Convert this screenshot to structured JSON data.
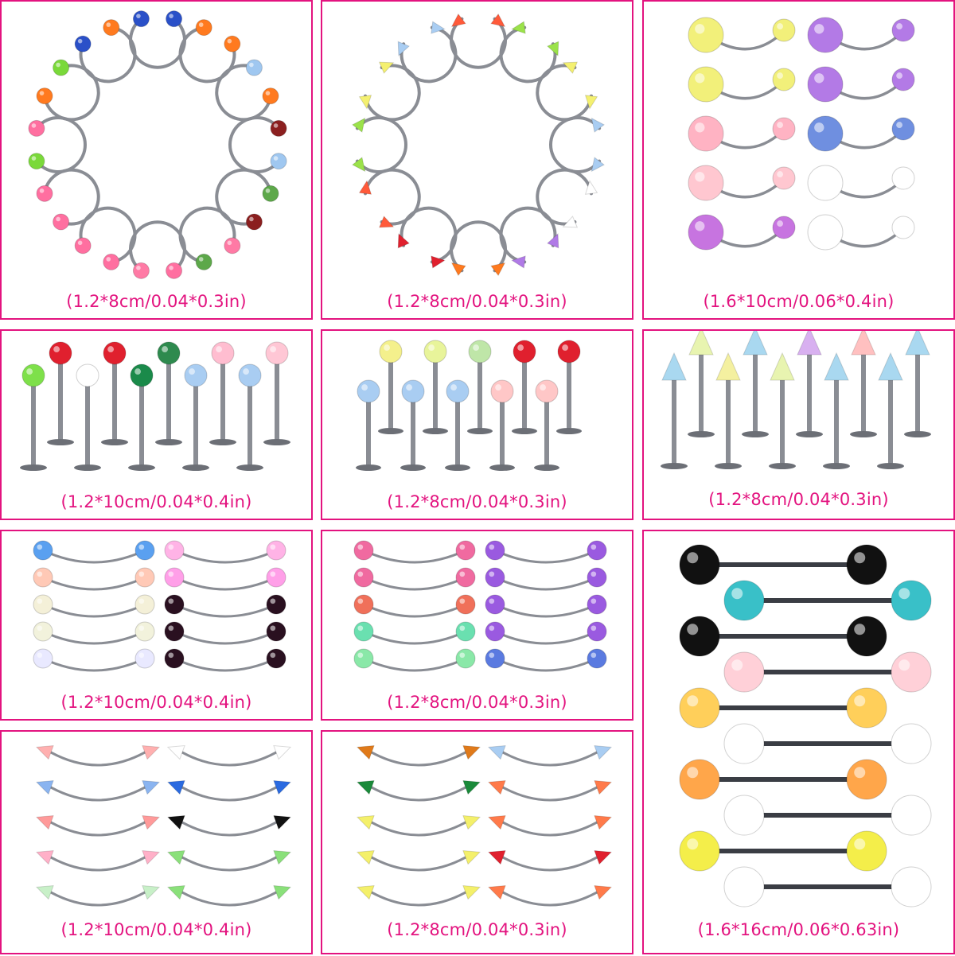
{
  "page_title": "",
  "colors": {
    "border": "#e3137f",
    "caption": "#e3137f",
    "steel": "#8a8d94"
  },
  "panels": [
    {
      "id": "p1",
      "kind": "horseshoe-balls",
      "caption": "(1.2*8cm/0.04*0.3in)"
    },
    {
      "id": "p2",
      "kind": "horseshoe-spikes",
      "caption": "(1.2*8cm/0.04*0.3in)"
    },
    {
      "id": "p3",
      "kind": "navel-rings",
      "caption": "(1.6*10cm/0.06*0.4in)"
    },
    {
      "id": "p4",
      "kind": "labret-balls",
      "caption": "(1.2*10cm/0.04*0.4in)"
    },
    {
      "id": "p5",
      "kind": "labret-balls",
      "caption": "(1.2*8cm/0.04*0.3in)"
    },
    {
      "id": "p6",
      "kind": "labret-spikes",
      "caption": "(1.2*8cm/0.04*0.3in)"
    },
    {
      "id": "p7",
      "kind": "curved-ball-bars",
      "caption": "(1.2*10cm/0.04*0.4in)"
    },
    {
      "id": "p8",
      "kind": "curved-ball-bars",
      "caption": "(1.2*8cm/0.04*0.3in)"
    },
    {
      "id": "p9",
      "kind": "straight-barbells",
      "caption": "(1.6*16cm/0.06*0.63in)"
    },
    {
      "id": "p10",
      "kind": "curved-spike-bars",
      "caption": "(1.2*10cm/0.04*0.4in)"
    },
    {
      "id": "p11",
      "kind": "curved-spike-bars",
      "caption": "(1.2*8cm/0.04*0.3in)"
    }
  ],
  "palettes": {
    "p1": [
      "#2a50c8",
      "#2a50c8",
      "#ff7a1f",
      "#ff7a1f",
      "#ff7a1f",
      "#9fc7f0",
      "#9fc7f0",
      "#8b1f1f",
      "#8b1f1f",
      "#5da84a",
      "#5da84a",
      "#ff7aa5",
      "#ff7aa5",
      "#ff6fa0",
      "#ff6fa0",
      "#ff6fa0",
      "#ff6fa0",
      "#ff6fa0",
      "#ff6fa0",
      "#7ad93a",
      "#7ad93a",
      "#ff7a1f",
      "#ff7a1f"
    ],
    "p3": [
      "#f2f07a",
      "#b37ae6",
      "#f2f07a",
      "#b37ae6",
      "#ffb3c3",
      "#6f8fe0",
      "#ffc7d0",
      "#ffffff",
      "#c774e0",
      "#ffffff"
    ],
    "p4": [
      "#7ee04a",
      "#e0202e",
      "#ffffff",
      "#e0202e",
      "#1a8a4a",
      "#2e8a4e",
      "#a9cdf2",
      "#ffbdd0",
      "#a9cdf2",
      "#ffc7d5"
    ],
    "p5": [
      "#a9cdf2",
      "#f4f08c",
      "#a9cdf2",
      "#e8f49a",
      "#a9cdf2",
      "#bfe6a8",
      "#ffc7c7",
      "#e0202e",
      "#ffc7c7",
      "#e0202e"
    ],
    "p7": [
      "#5aa0f0",
      "#ffc9b6",
      "#f4f0d8",
      "#f2f2dc",
      "#e9e9ff",
      "#ffb3e6",
      "#ff9fe8",
      "#2a1020",
      "#2a1020",
      "#2a1020"
    ],
    "p8": [
      "#f06aa0",
      "#f06aa0",
      "#f0705a",
      "#6ae0b0",
      "#8ae8a8",
      "#9a5ae0",
      "#9a5ae0",
      "#9a5ae0",
      "#9a5ae0",
      "#5a7ae0"
    ],
    "p9": [
      "#111111",
      "#39c0c8",
      "#111111",
      "#ffd0d8",
      "#ffcf5a",
      "#ffffff",
      "#ffa64a",
      "#ffffff",
      "#f4ee4a",
      "#ffffff"
    ],
    "p10": [
      "#ffb0b0",
      "#8ab4f0",
      "#ff9a9a",
      "#ffb0c8",
      "#c8f0c8",
      "#ffffff",
      "#2a6ae0",
      "#111111",
      "#8ae07a",
      "#8ae07a"
    ],
    "p11": [
      "#e07a1a",
      "#1a8a3a",
      "#f4f06a",
      "#f4f06a",
      "#f4f06a",
      "#a9cdf2",
      "#ff7a4a",
      "#ff7a4a",
      "#e0202e",
      "#ff7a4a"
    ]
  }
}
